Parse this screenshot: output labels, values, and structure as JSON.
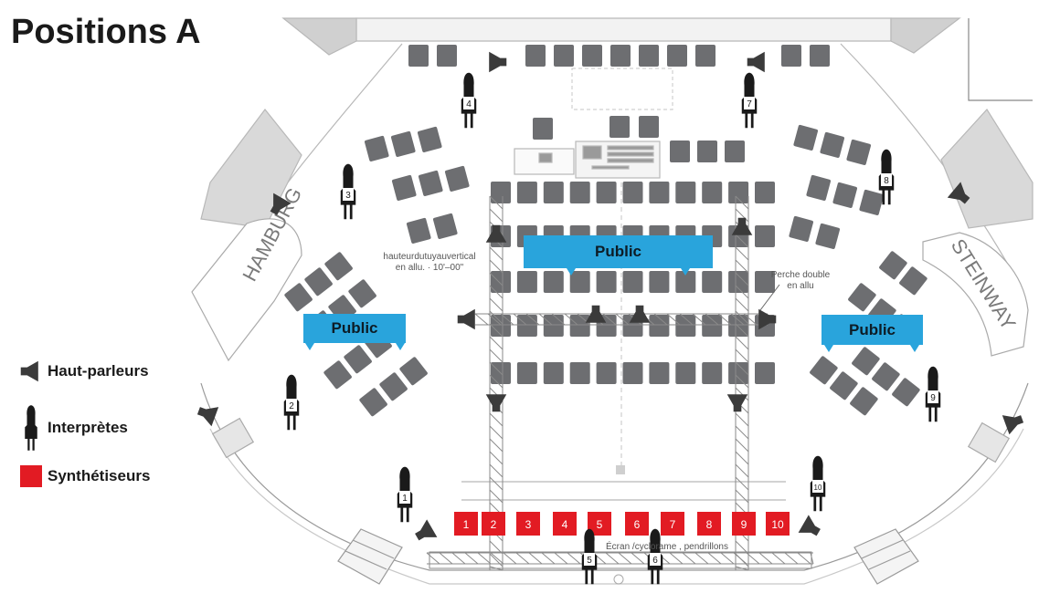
{
  "title": "Positions A",
  "legend": {
    "speakers": "Haut-parleurs",
    "performers": "Interprètes",
    "synths": "Synthétiseurs"
  },
  "labels": {
    "hamburg": "HAMBURG",
    "steinway": "STEINWAY",
    "truss_note_line1": "hauteurdutuyauvertical",
    "truss_note_line2": "en allu. · 10'–00\"",
    "perch_line1": "Perche double",
    "perch_line2": "en allu",
    "screen": "Écran /cyclorame , pendrillons"
  },
  "public": {
    "center": "Public",
    "left": "Public",
    "right": "Public"
  },
  "performers": [
    "1",
    "2",
    "3",
    "4",
    "5",
    "6",
    "7",
    "8",
    "9",
    "10"
  ],
  "synths": [
    "1",
    "2",
    "3",
    "4",
    "5",
    "6",
    "7",
    "8",
    "9",
    "10"
  ],
  "colors": {
    "synth_red": "#e21b23",
    "public_blue": "#29a4dc",
    "seat_gray": "#6d6e71",
    "dark": "#1a1a1a"
  },
  "icons": {
    "speaker": "speaker-icon",
    "performer": "performer-icon",
    "synth": "synth-icon"
  }
}
